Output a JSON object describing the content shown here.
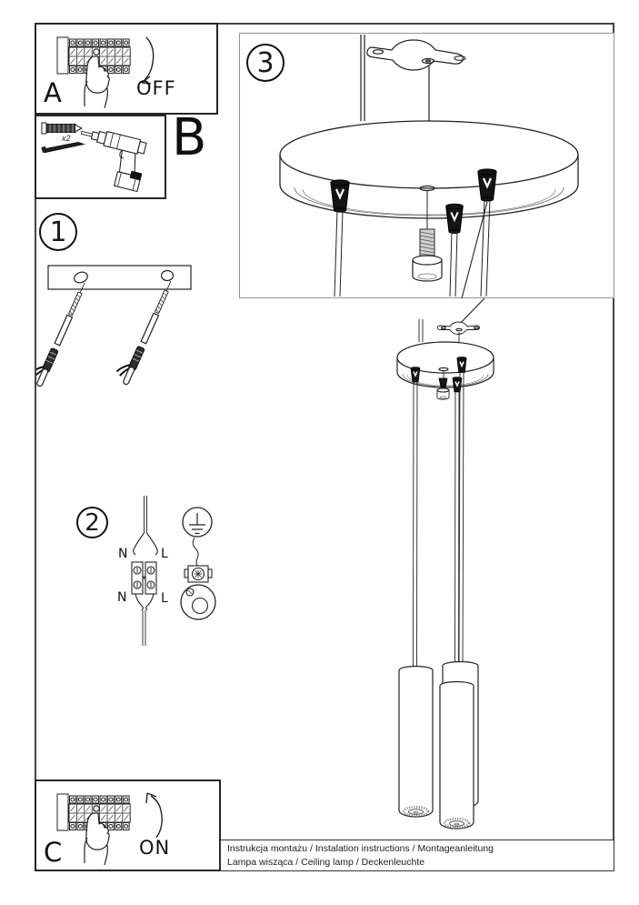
{
  "doc": {
    "footer": {
      "line1": "Instrukcja montażu / Instalation instructions / Montageanleitung",
      "line2": "Lampa wisząca / Ceiling lamp / Deckenleuchte"
    }
  },
  "panels": {
    "a": {
      "label": "A",
      "action": "OFF"
    },
    "b": {
      "label": "B",
      "quantity_note": "x2"
    },
    "c": {
      "label": "C",
      "action": "ON"
    }
  },
  "steps": {
    "step1": {
      "number": "1"
    },
    "step2": {
      "number": "2",
      "wiring": {
        "neutral_top": "N",
        "live_top": "L",
        "neutral_bottom": "N",
        "live_bottom": "L"
      }
    },
    "step3": {
      "number": "3"
    }
  },
  "colors": {
    "ink": "#222222",
    "paper": "#ffffff",
    "grip_fill": "#141414",
    "frame": "#454545"
  }
}
